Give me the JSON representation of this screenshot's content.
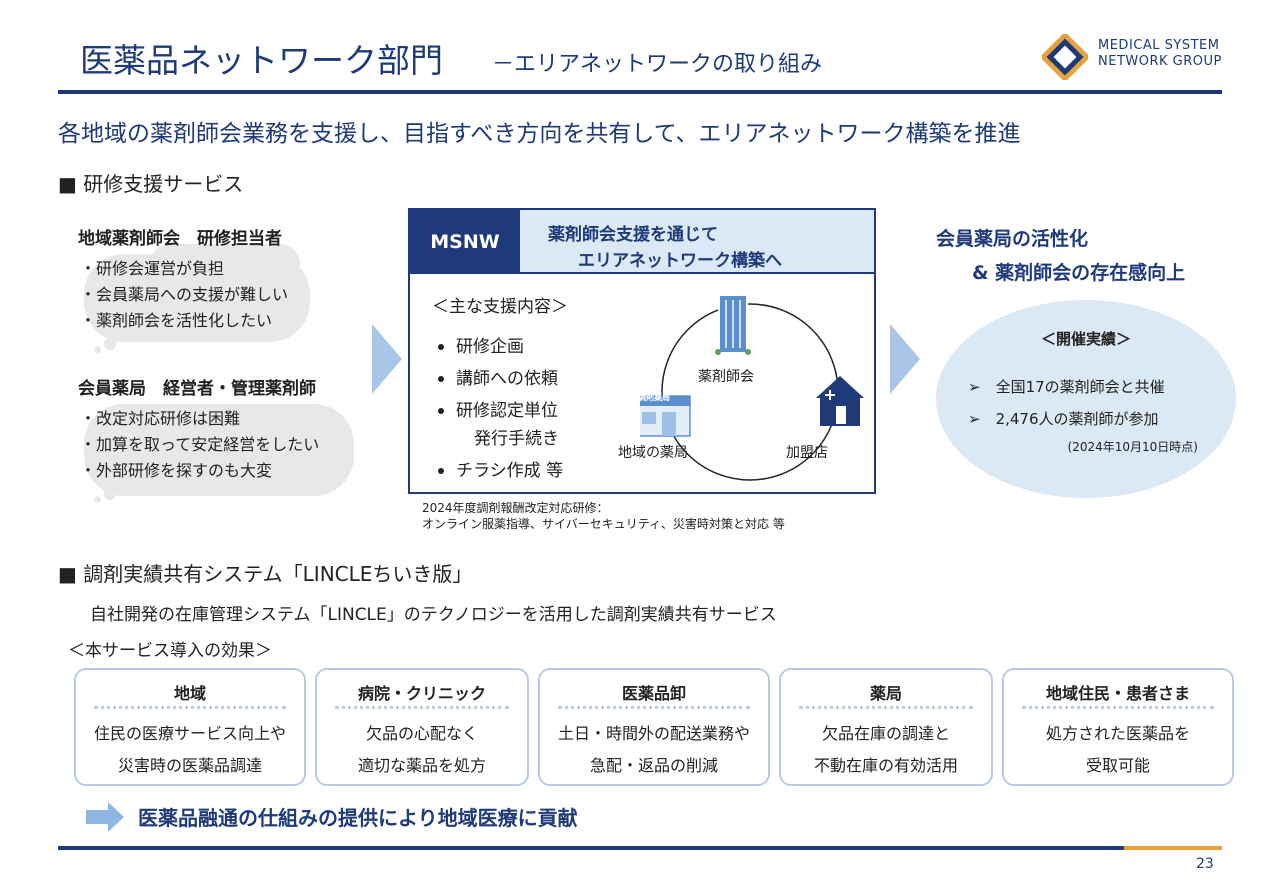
{
  "header": {
    "title": "医薬品ネットワーク部門",
    "subtitle": "－エリアネットワークの取り組み",
    "logo_line1": "MEDICAL SYSTEM",
    "logo_line2": "NETWORK GROUP"
  },
  "lead": "各地域の薬剤師会業務を支援し、目指すべき方向を共有して、エリアネットワーク構築を推進",
  "section1": {
    "title": "■ 研修支援サービス",
    "group1": {
      "title": "地域薬剤師会　研修担当者",
      "items": [
        "・研修会運営が負担",
        "・会員薬局への支援が難しい",
        "・薬剤師会を活性化したい"
      ]
    },
    "group2": {
      "title": "会員薬局　経営者・管理薬剤師",
      "items": [
        "・改定対応研修は困難",
        "・加算を取って安定経営をしたい",
        "・外部研修を探すのも大変"
      ]
    },
    "msnw": {
      "tag": "MSNW",
      "head_line1": "薬剤師会支援を通じて",
      "head_line2": "エリアネットワーク構築へ",
      "support_title": "＜主な支援内容＞",
      "supports": [
        "研修企画",
        "講師への依頼",
        "研修認定単位",
        "発行手続き",
        "チラシ作成 等"
      ],
      "node_assoc": "薬剤師会",
      "node_pharmacy_sign": "調剤薬局",
      "node_pharmacy": "地域の薬局",
      "node_member": "加盟店"
    },
    "note_line1": "2024年度調剤報酬改定対応研修：",
    "note_line2": "オンライン服薬指導、サイバーセキュリティ、災害時対策と対応 等",
    "result_line1": "会員薬局の活性化",
    "result_line2": "& 薬剤師会の存在感向上",
    "achievements": {
      "title": "＜開催実績＞",
      "items": [
        "➢　全国17の薬剤師会と共催",
        "➢　2,476人の薬剤師が参加"
      ],
      "note": "(2024年10月10日時点)"
    }
  },
  "section2": {
    "title": "■ 調剤実績共有システム「LINCLEちいき版」",
    "description": "自社開発の在庫管理システム「LINCLE」のテクノロジーを活用した調剤実績共有サービス",
    "effect_title": "＜本サービス導入の効果＞",
    "cards": [
      {
        "title": "地域",
        "line1": "住民の医療サービス向上や",
        "line2": "災害時の医薬品調達"
      },
      {
        "title": "病院・クリニック",
        "line1": "欠品の心配なく",
        "line2": "適切な薬品を処方"
      },
      {
        "title": "医薬品卸",
        "line1": "土日・時間外の配送業務や",
        "line2": "急配・返品の削減"
      },
      {
        "title": "薬局",
        "line1": "欠品在庫の調達と",
        "line2": "不動在庫の有効活用"
      },
      {
        "title": "地域住民・患者さま",
        "line1": "処方された医薬品を",
        "line2": "受取可能"
      }
    ],
    "conclusion": "医薬品融通の仕組みの提供により地域医療に貢献"
  },
  "page_number": "23",
  "colors": {
    "primary": "#1e3a78",
    "light_blue": "#dbe8f5",
    "accent": "#e6a23c",
    "cloud": "#e8e8ea"
  }
}
